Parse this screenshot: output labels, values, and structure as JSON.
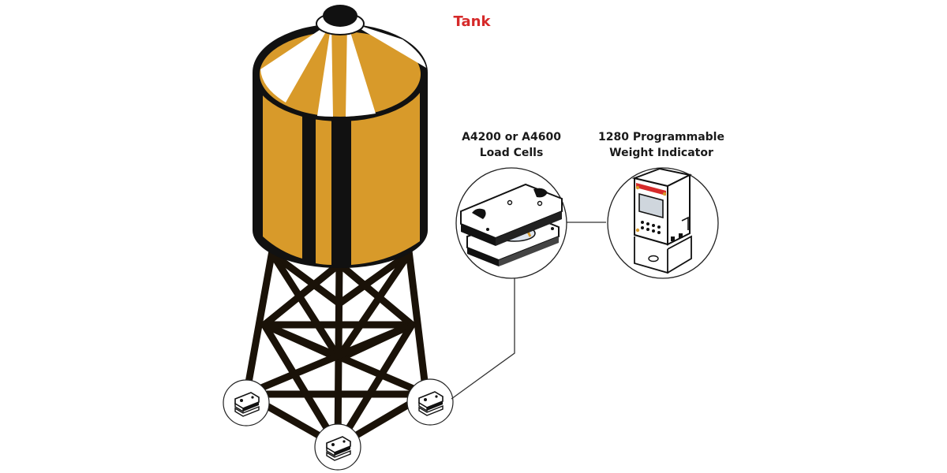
{
  "labels": {
    "tank": "Tank",
    "load_cells": {
      "line1": "A4200 or A4600",
      "line2": "Load Cells"
    },
    "indicator": {
      "line1": "1280 Programmable",
      "line2": "Weight Indicator"
    }
  },
  "colors": {
    "tank_label": "#d62a2a",
    "tank_gold": "#d89a2a",
    "tank_dark": "#111111",
    "callout_stroke": "#333333",
    "indicator_accent": "#d62a2a"
  },
  "icons": [
    "water-tank-icon",
    "load-cell-icon",
    "weight-indicator-icon"
  ]
}
